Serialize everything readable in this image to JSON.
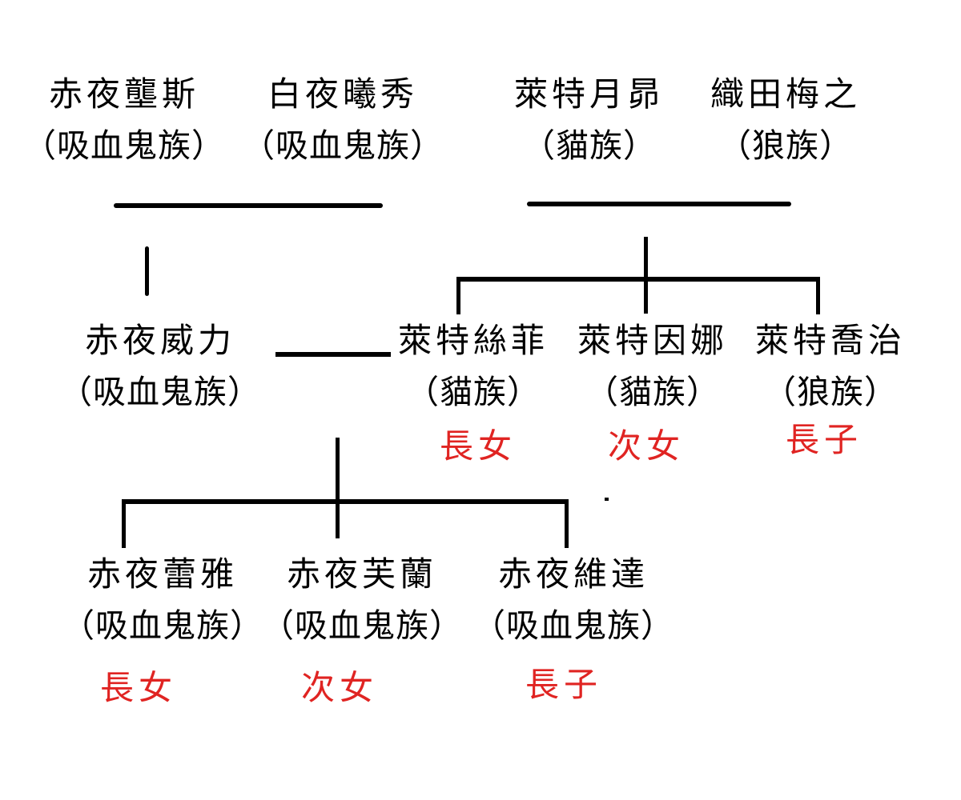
{
  "diagram": {
    "type": "family-tree",
    "palette": {
      "background": "#ffffff",
      "text": "#000000",
      "line": "#000000",
      "birth_order_highlight": "#e02422"
    },
    "people": [
      {
        "name": "赤夜壟斯",
        "race": "（吸血鬼族）"
      },
      {
        "name": "白夜曦秀",
        "race": "（吸血鬼族）"
      },
      {
        "name": "萊特月昴",
        "race": "（貓族）"
      },
      {
        "name": "織田梅之",
        "race": "（狼族）"
      },
      {
        "name": "赤夜威力",
        "race": "（吸血鬼族）"
      },
      {
        "name": "萊特絲菲",
        "race": "（貓族）",
        "tag": "長女"
      },
      {
        "name": "萊特因娜",
        "race": "（貓族）",
        "tag": "次女"
      },
      {
        "name": "萊特喬治",
        "race": "（狼族）",
        "tag": "長子"
      },
      {
        "name": "赤夜蕾雅",
        "race": "（吸血鬼族）",
        "tag": "長女"
      },
      {
        "name": "赤夜芙蘭",
        "race": "（吸血鬼族）",
        "tag": "次女"
      },
      {
        "name": "赤夜維達",
        "race": "（吸血鬼族）",
        "tag": "長子"
      }
    ],
    "marriages": [
      [
        "赤夜壟斯",
        "白夜曦秀"
      ],
      [
        "萊特月昴",
        "織田梅之"
      ],
      [
        "赤夜威力",
        "萊特絲菲"
      ]
    ],
    "children": [
      {
        "parents": [
          "赤夜壟斯",
          "白夜曦秀"
        ],
        "children": [
          "赤夜威力"
        ]
      },
      {
        "parents": [
          "萊特月昴",
          "織田梅之"
        ],
        "children": [
          "萊特絲菲",
          "萊特因娜",
          "萊特喬治"
        ]
      },
      {
        "parents": [
          "赤夜威力",
          "萊特絲菲"
        ],
        "children": [
          "赤夜蕾雅",
          "赤夜芙蘭",
          "赤夜維達"
        ]
      }
    ]
  }
}
